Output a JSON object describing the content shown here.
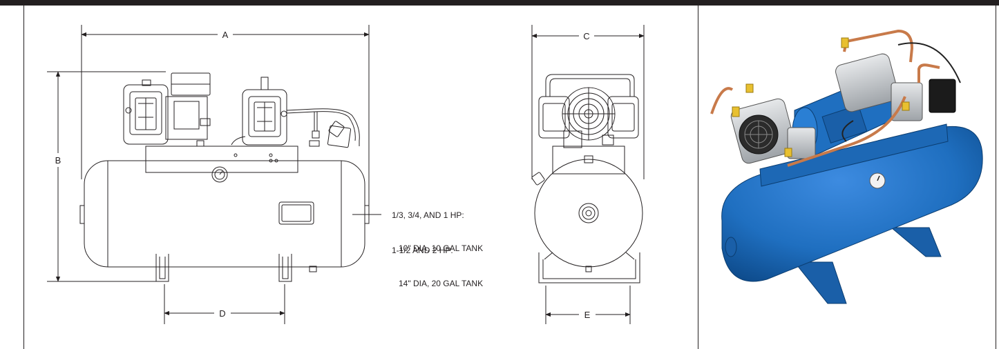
{
  "dimensions": {
    "a": "A",
    "b": "B",
    "c": "C",
    "d": "D",
    "e": "E"
  },
  "notes": [
    {
      "heading": "1/3, 3/4, AND 1 HP:",
      "detail": "10\" DIA, 10 GAL TANK"
    },
    {
      "heading": "1-1/2 AND 2 HP:",
      "detail": "14\" DIA, 20 GAL TANK"
    }
  ],
  "colors": {
    "line": "#231f20",
    "tank_blue": "#1f6fc0",
    "tank_blue_dark": "#0d4a8a",
    "copper": "#c87a4a",
    "alloy": "#c9ccd0"
  }
}
